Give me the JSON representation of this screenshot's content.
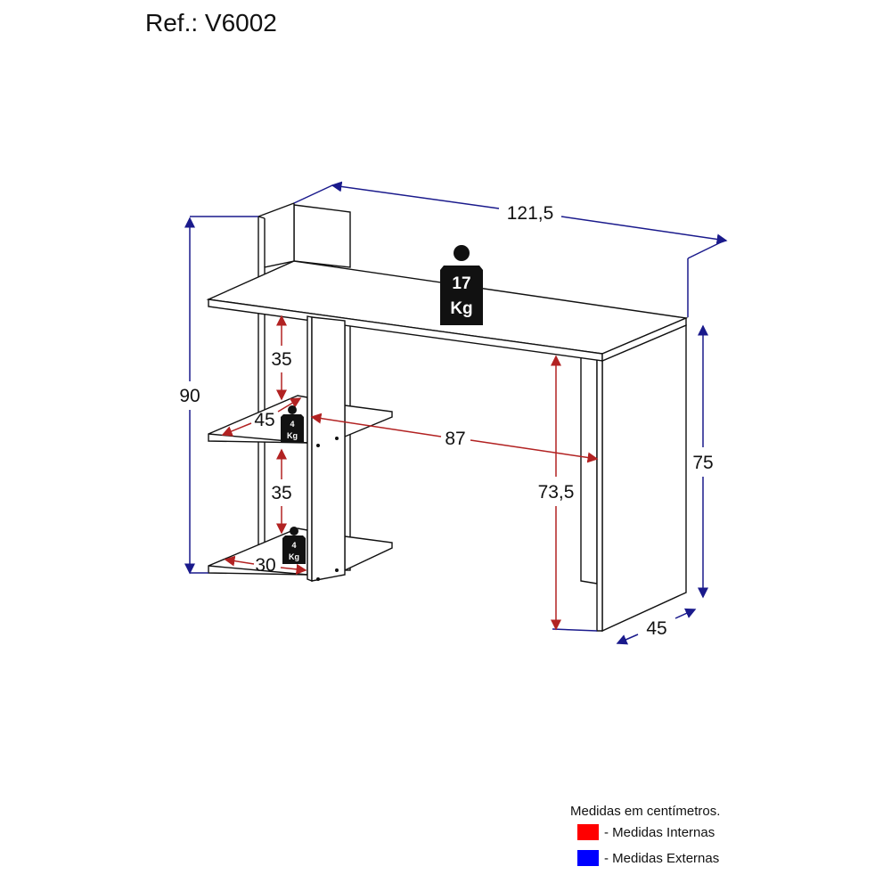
{
  "reference": "Ref.: V6002",
  "dimensions": {
    "width_total": "121,5",
    "height_total": "90",
    "desk_height": "75",
    "depth": "45",
    "shelf_gap_top": "35",
    "shelf_gap_bottom": "35",
    "shelf_depth_top": "45",
    "shelf_depth_bottom": "30",
    "inner_width": "87",
    "inner_height": "73,5"
  },
  "weights": {
    "desktop": {
      "value": "17",
      "unit": "Kg"
    },
    "shelf_top": {
      "value": "4",
      "unit": "Kg"
    },
    "shelf_bottom": {
      "value": "4",
      "unit": "Kg"
    }
  },
  "legend": {
    "title": "Medidas em centímetros.",
    "items": [
      {
        "label": "- Medidas Internas",
        "color": "#ff0000"
      },
      {
        "label": "- Medidas Externas",
        "color": "#0000ff"
      }
    ]
  },
  "colors": {
    "internal": "#b22222",
    "external": "#1a1a8c"
  }
}
